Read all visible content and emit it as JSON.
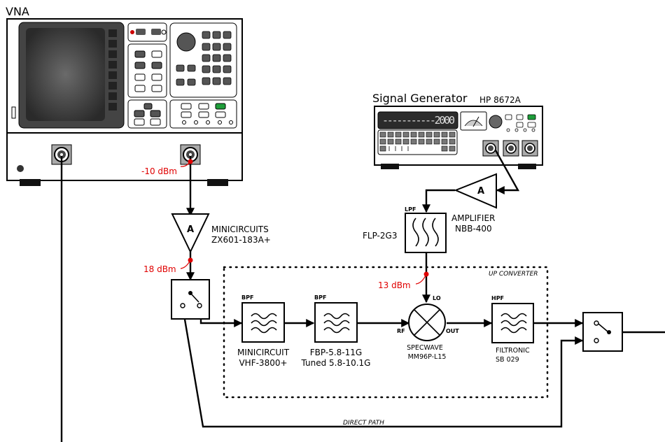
{
  "vna": {
    "title": "VNA",
    "port_power": "-10 dBm"
  },
  "signal_generator": {
    "title": "Signal Generator",
    "model": "HP 8672A",
    "display_value": "-----------2000"
  },
  "amplifier_lo": {
    "symbol": "A",
    "name_line1": "AMPLIFIER",
    "name_line2": "NBB-400"
  },
  "amplifier_rf": {
    "symbol": "A",
    "name_line1": "MINICIRCUITS",
    "name_line2": "ZX601-183A+",
    "out_power": "18 dBm"
  },
  "lpf": {
    "tag": "LPF",
    "name": "FLP-2G3",
    "out_power": "13 dBm"
  },
  "upconverter": {
    "label": "UP CONVERTER"
  },
  "bpf1": {
    "tag": "BPF",
    "name_line1": "MINICIRCUIT",
    "name_line2": "VHF-3800+"
  },
  "bpf2": {
    "tag": "BPF",
    "name_line1": "FBP-5.8-11G",
    "name_line2": "Tuned 5.8-10.1G"
  },
  "mixer": {
    "lo": "LO",
    "rf": "RF",
    "out": "OUT",
    "name_line1": "SPECWAVE",
    "name_line2": "MM96P-L15"
  },
  "hpf": {
    "tag": "HPF",
    "name_line1": "FILTRONIC",
    "name_line2": "SB 029"
  },
  "direct_path": {
    "label": "DIRECT PATH"
  },
  "colors": {
    "power_marker": "#e00000",
    "screen_dark": "#2b2b2b",
    "button_green": "#1e9e3a",
    "button_red": "#cc0000"
  }
}
